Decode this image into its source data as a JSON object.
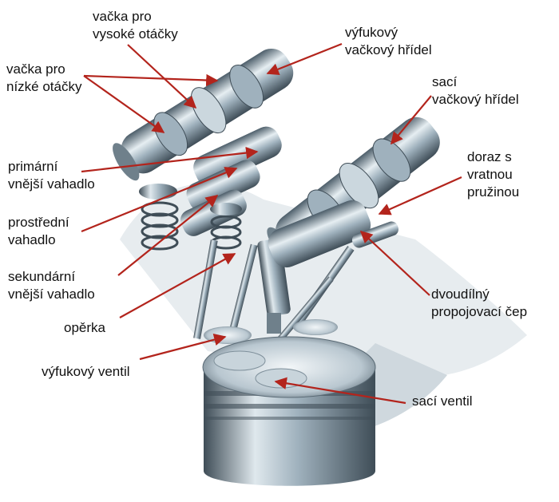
{
  "colors": {
    "arrow": "#b3241c",
    "metal_light": "#e6eef2",
    "metal_mid": "#9fb1bd",
    "metal_dark": "#4d5e6a",
    "label_text": "#111111"
  },
  "labels": {
    "high_speed_cam": [
      "vačka pro",
      "vysoké otáčky"
    ],
    "low_speed_cam": [
      "vačka pro",
      "nízké otáčky"
    ],
    "exhaust_camshaft": [
      "výfukový",
      "vačkový hřídel"
    ],
    "intake_camshaft": [
      "sací",
      "vačkový hřídel"
    ],
    "primary_rocker": [
      "primární",
      "vnější vahadlo"
    ],
    "middle_rocker": [
      "prostřední",
      "vahadlo"
    ],
    "secondary_rocker": [
      "sekundární",
      "vnější vahadlo"
    ],
    "support": [
      "opěrka"
    ],
    "exhaust_valve": [
      "výfukový ventil"
    ],
    "spring_stop": [
      "doraz s",
      "vratnou",
      "pružinou"
    ],
    "two_part_pin": [
      "dvoudílný",
      "propojovací čep"
    ],
    "intake_valve": [
      "sací ventil"
    ]
  }
}
